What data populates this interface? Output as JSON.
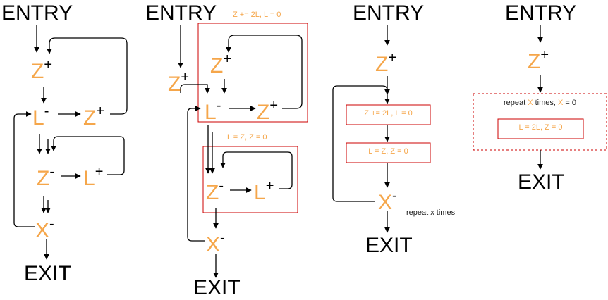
{
  "colors": {
    "accent": "#f5a64a",
    "box_border": "#cc0000",
    "edge": "#000000"
  },
  "graph1": {
    "entry": "ENTRY",
    "exit": "EXIT",
    "nodes": {
      "z": {
        "var": "Z",
        "sign": "+"
      },
      "l": {
        "var": "L",
        "sign": "-"
      },
      "z2": {
        "var": "Z",
        "sign": "+"
      },
      "zm": {
        "var": "Z",
        "sign": "-"
      },
      "lp": {
        "var": "L",
        "sign": "+"
      },
      "x": {
        "var": "X",
        "sign": "-"
      }
    }
  },
  "graph2": {
    "entry": "ENTRY",
    "exit": "EXIT",
    "box1": {
      "title": "Z += 2L, L = 0"
    },
    "box2": {
      "title": "L = Z, Z = 0"
    },
    "nodes": {
      "z_out": {
        "var": "Z",
        "sign": "+"
      },
      "z_in": {
        "var": "Z",
        "sign": "+"
      },
      "l": {
        "var": "L",
        "sign": "-"
      },
      "z2": {
        "var": "Z",
        "sign": "+"
      },
      "zm": {
        "var": "Z",
        "sign": "-"
      },
      "lp": {
        "var": "L",
        "sign": "+"
      },
      "x": {
        "var": "X",
        "sign": "-"
      }
    }
  },
  "graph3": {
    "entry": "ENTRY",
    "exit": "EXIT",
    "nodes": {
      "z": {
        "var": "Z",
        "sign": "+"
      },
      "x": {
        "var": "X",
        "sign": "-"
      }
    },
    "box1": "Z += 2L, L = 0",
    "box2": "L = Z, Z = 0",
    "repeat_note": "repeat x times"
  },
  "graph4": {
    "entry": "ENTRY",
    "exit": "EXIT",
    "nodes": {
      "z": {
        "var": "Z",
        "sign": "+"
      }
    },
    "repeat": {
      "prefix": "repeat ",
      "var": "X",
      "middle": " times, ",
      "var2": "X",
      "suffix": " = 0"
    },
    "inner_box": "L = 2L, Z = 0"
  }
}
